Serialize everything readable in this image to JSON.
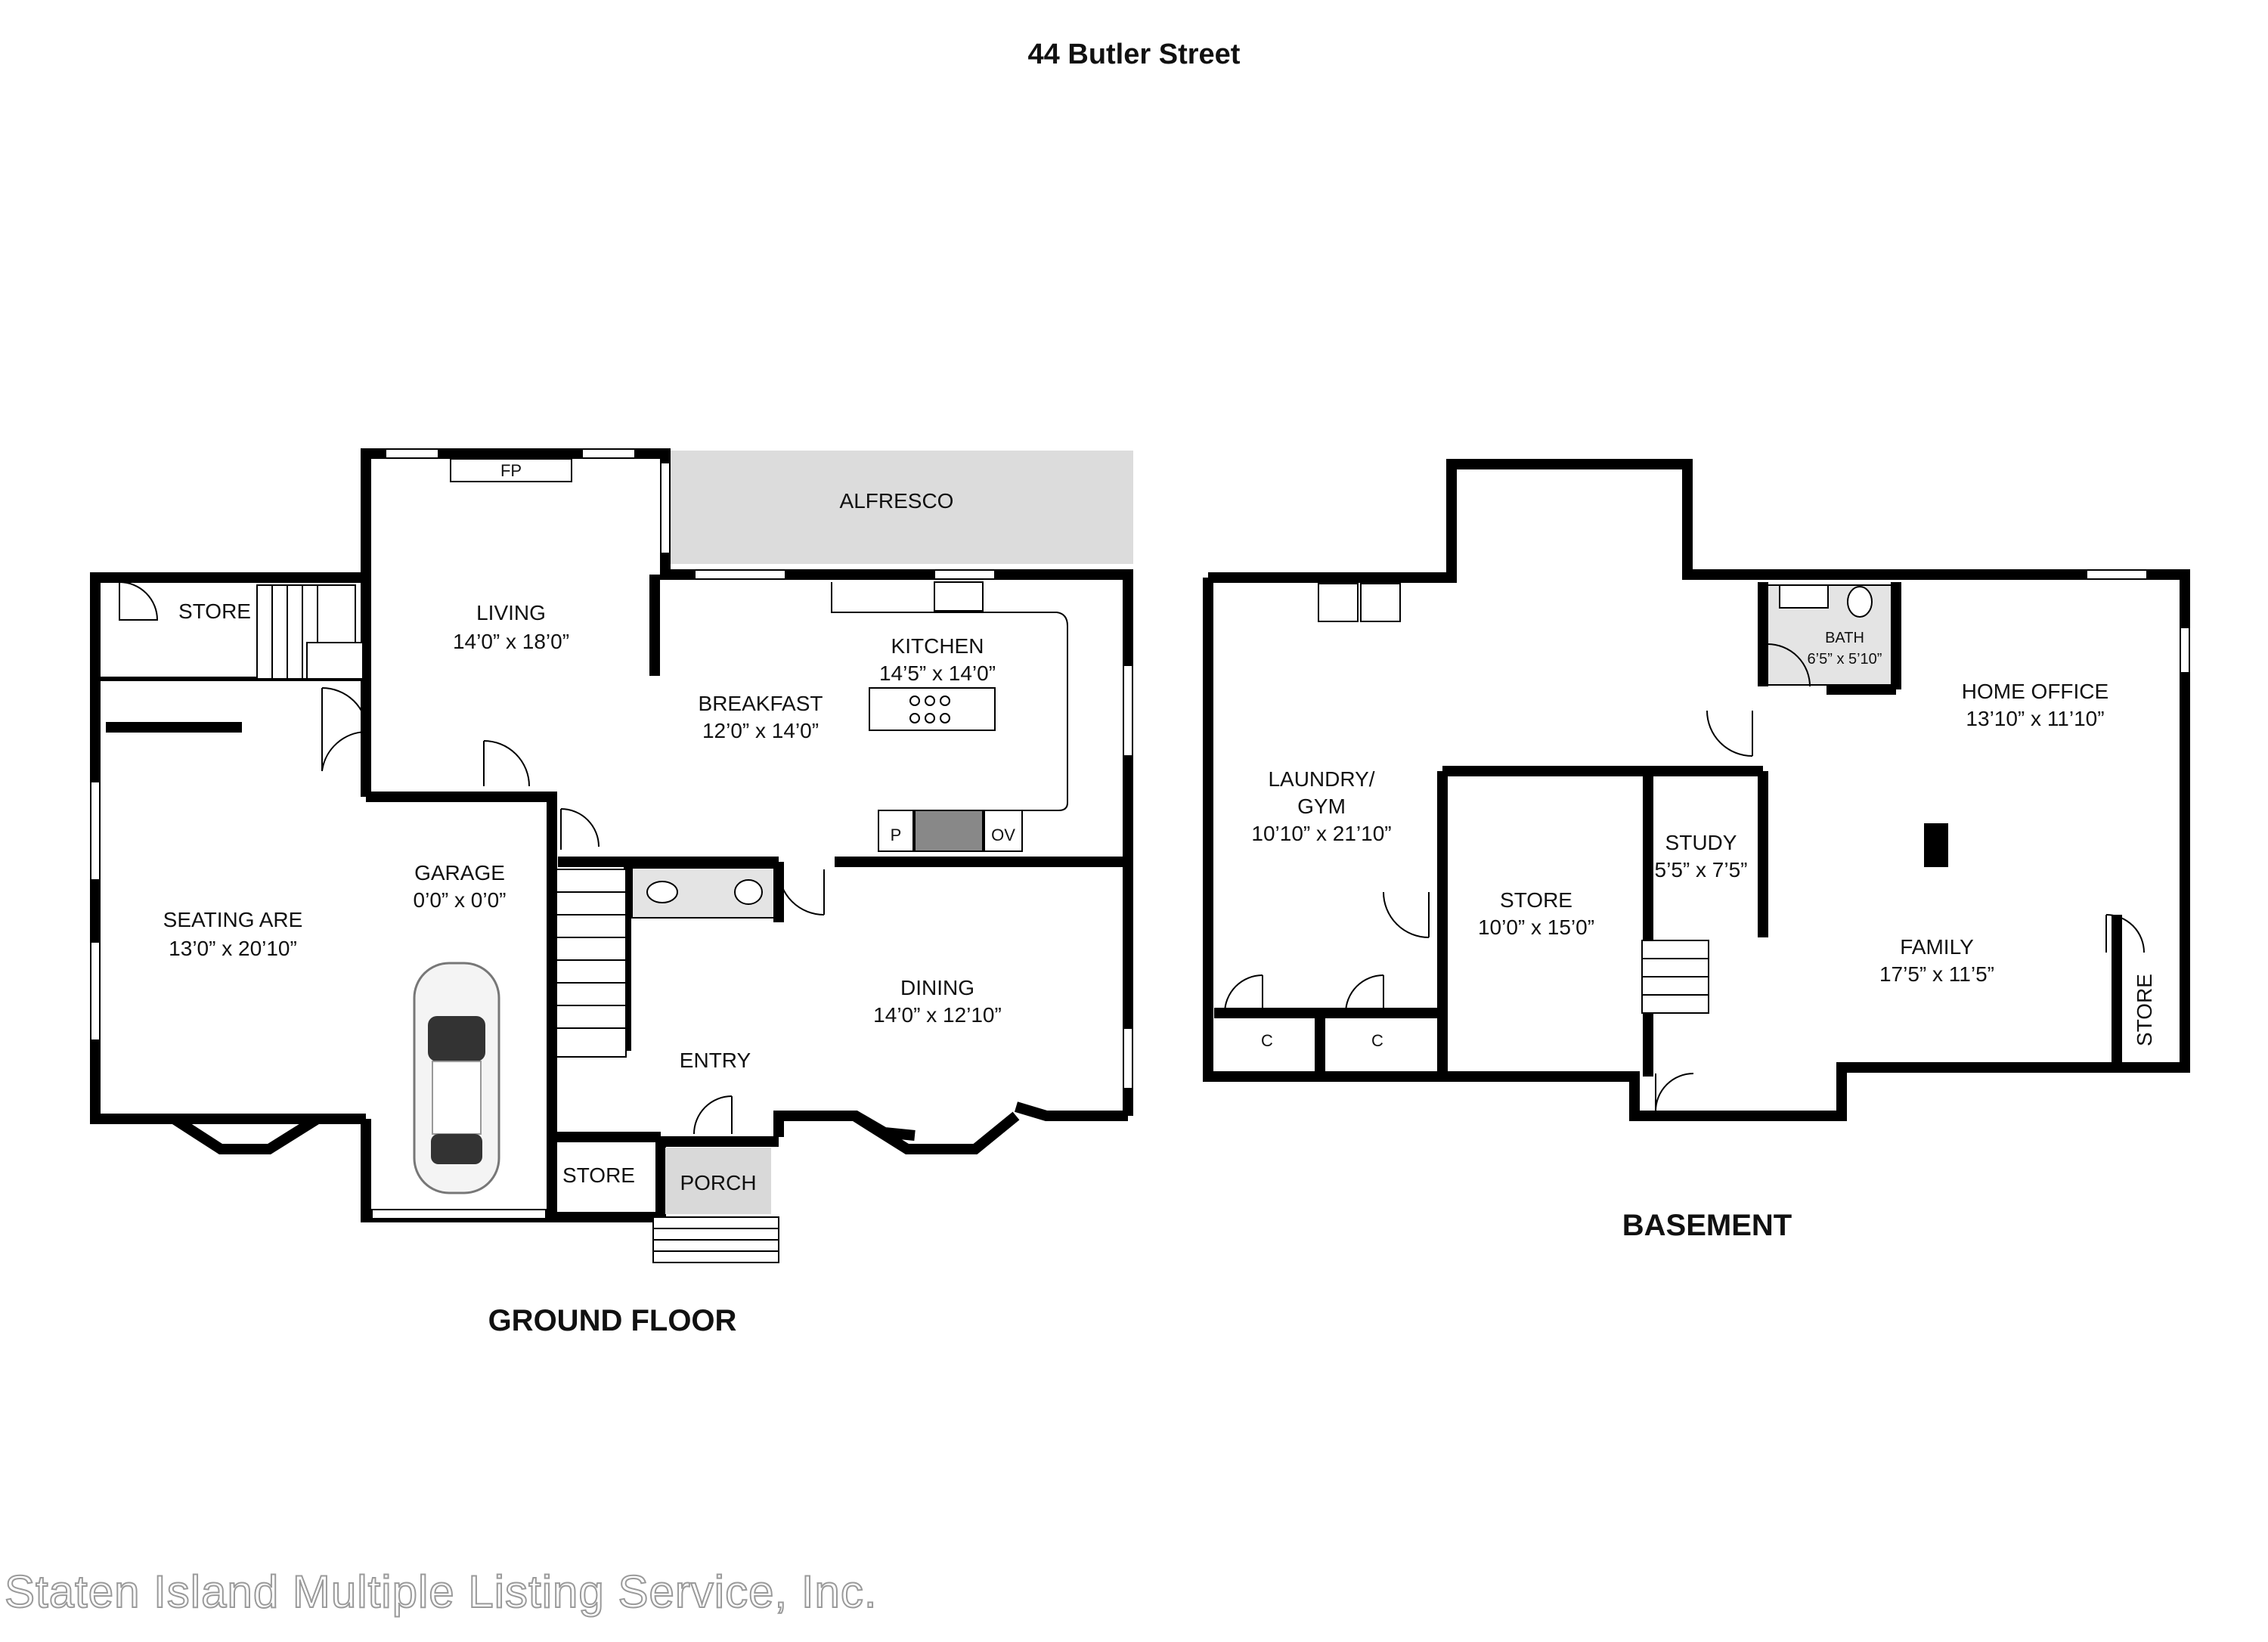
{
  "title": "44 Butler Street",
  "watermark": "Staten Island Multiple Listing Service, Inc.",
  "ground_floor": {
    "label": "GROUND FLOOR",
    "rooms": {
      "alfresco": "ALFRESCO",
      "fp": "FP",
      "living": {
        "name": "LIVING",
        "size": "14’0” x 18’0”"
      },
      "store_top": "STORE",
      "kitchen": {
        "name": "KITCHEN",
        "size": "14’5” x 14’0”"
      },
      "breakfast": {
        "name": "BREAKFAST",
        "size": "12’0” x 14’0”"
      },
      "seating": {
        "name": "SEATING ARE",
        "size": "13’0” x 20’10”"
      },
      "garage": {
        "name": "GARAGE",
        "size": "0’0” x 0’0”"
      },
      "dining": {
        "name": "DINING",
        "size": "14’0” x 12’10”"
      },
      "entry": "ENTRY",
      "store_bottom": "STORE",
      "porch": "PORCH",
      "pantry": "P",
      "oven": "OV"
    }
  },
  "basement": {
    "label": "BASEMENT",
    "rooms": {
      "laundry": {
        "name_line1": "LAUNDRY/",
        "name_line2": "GYM",
        "size": "10’10” x 21’10”"
      },
      "bath": {
        "name": "BATH",
        "size": "6’5” x 5’10”"
      },
      "home_office": {
        "name": "HOME OFFICE",
        "size": "13’10” x 11’10”"
      },
      "study": {
        "name": "STUDY",
        "size": "5’5” x 7’5”"
      },
      "store": {
        "name": "STORE",
        "size": "10’0” x 15’0”"
      },
      "family": {
        "name": "FAMILY",
        "size": "17’5” x 11’5”"
      },
      "store_side": "STORE",
      "closet1": "C",
      "closet2": "C"
    }
  }
}
